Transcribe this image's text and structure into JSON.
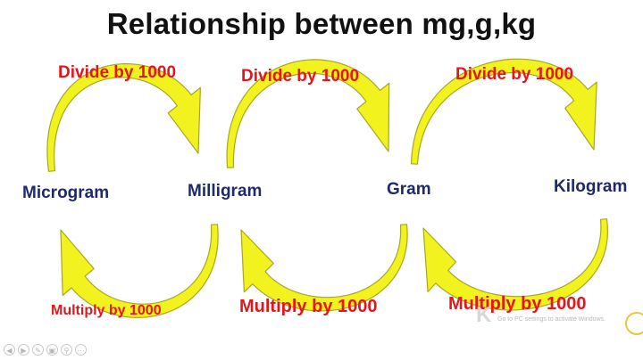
{
  "title": "Relationship between mg,g,kg",
  "units": [
    {
      "id": "microgram",
      "label": "Microgram"
    },
    {
      "id": "milligram",
      "label": "Milligram"
    },
    {
      "id": "gram",
      "label": "Gram"
    },
    {
      "id": "kilogram",
      "label": "Kilogram"
    }
  ],
  "divide_labels": [
    "Divide by 1000",
    "Divide by 1000",
    "Divide by 1000"
  ],
  "multiply_labels": [
    "Multiply by 1000",
    "Multiply by 1000",
    "Multiply by 1000"
  ],
  "watermark_text": "Go to PC settings to activate Windows.",
  "watermark_logo": "K",
  "toolbar_icons": [
    "back-icon",
    "forward-icon",
    "pen-icon",
    "slides-icon",
    "zoom-icon",
    "more-icon"
  ],
  "colors": {
    "arrow_fill": "#f2f21e",
    "arrow_stroke": "#a8a825",
    "divide_text": "#e8141b",
    "unit_text": "#1f2a6b",
    "title_text": "#111111"
  }
}
